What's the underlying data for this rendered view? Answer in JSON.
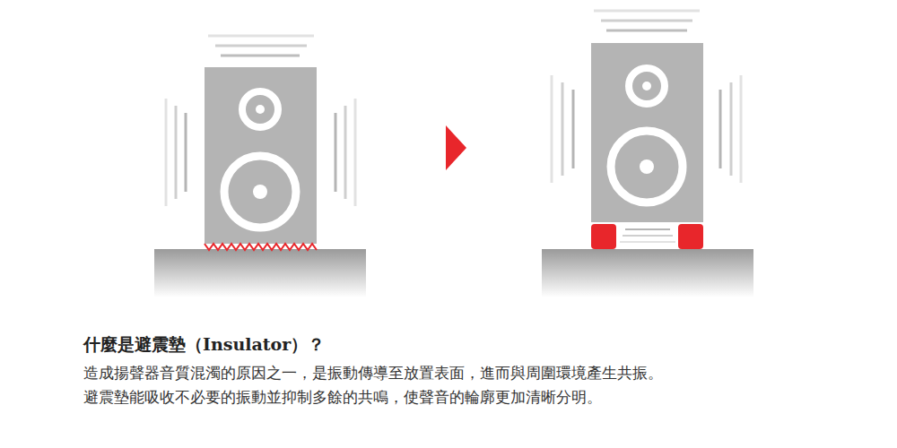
{
  "diagram": {
    "title": "什麼是避震墊（Insulator）？",
    "labels": [
      "造成揚聲器音質混濁的原因之一，是振動傳導至放置表面，進而與周圍環境產生共振。",
      "避震墊能吸收不必要的振動並抑制多餘的共鳴，使聲音的輪廓更加清晰分明。"
    ]
  }
}
